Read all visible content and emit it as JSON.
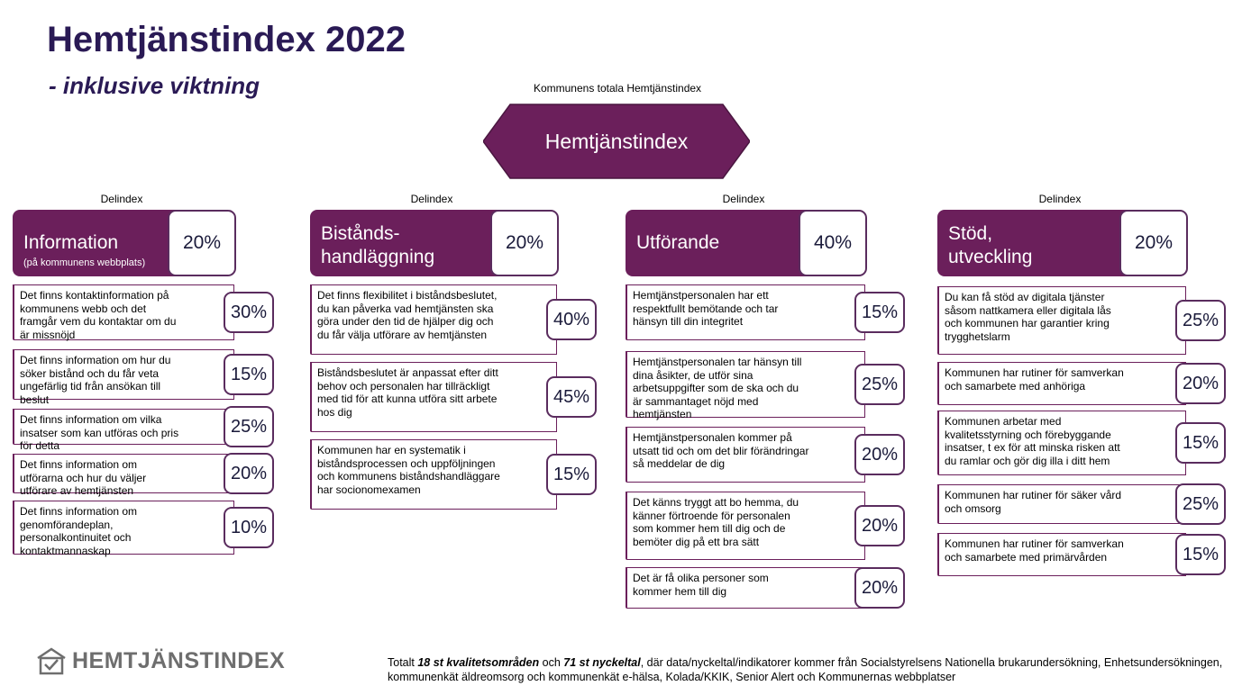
{
  "title": "Hemtjänstindex 2022",
  "subtitle": "- inklusive viktning",
  "total_label": "Kommunens totala Hemtjänstindex",
  "total_name": "Hemtjänstindex",
  "colors": {
    "accent": "#6b1f5b",
    "title": "#2a1a55"
  },
  "columns": [
    {
      "label": "Delindex",
      "name": "Information",
      "sub": "(på kommunens webbplats)",
      "weight": "20%",
      "items": [
        {
          "text": "Det finns kontaktinformation på kommunens webb och det framgår vem du kontaktar om du är missnöjd",
          "weight": "30%"
        },
        {
          "text": "Det finns information om hur du söker bistånd och du får veta ungefärlig tid från ansökan till beslut",
          "weight": "15%"
        },
        {
          "text": "Det finns information om vilka insatser som kan utföras och pris för detta",
          "weight": "25%"
        },
        {
          "text": "Det finns information om utförarna och hur du väljer utförare av hemtjänsten",
          "weight": "20%"
        },
        {
          "text": "Det finns information om genomförandeplan, personalkontinuitet och kontaktmannaskap",
          "weight": "10%"
        }
      ]
    },
    {
      "label": "Delindex",
      "name": "Bistånds-\nhandläggning",
      "sub": "",
      "weight": "20%",
      "items": [
        {
          "text": "Det finns flexibilitet i biståndsbeslutet, du kan påverka vad hemtjänsten ska göra under den tid de hjälper dig och du får välja utförare av hemtjänsten",
          "weight": "40%"
        },
        {
          "text": "Biståndsbeslutet är anpassat efter ditt behov och personalen har tillräckligt med tid för att kunna utföra sitt arbete hos dig",
          "weight": "45%"
        },
        {
          "text": "Kommunen har en systematik i biståndsprocessen och uppföljningen och kommunens biståndshandläggare har socionomexamen",
          "weight": "15%"
        }
      ]
    },
    {
      "label": "Delindex",
      "name": "Utförande",
      "sub": "",
      "weight": "40%",
      "items": [
        {
          "text": "Hemtjänstpersonalen har ett respektfullt bemötande och tar hänsyn till din integritet",
          "weight": "15%"
        },
        {
          "text": "Hemtjänstpersonalen tar hänsyn till dina åsikter, de utför sina arbetsuppgifter som de ska och du är sammantaget nöjd med hemtjänsten",
          "weight": "25%"
        },
        {
          "text": "Hemtjänstpersonalen kommer på utsatt tid och om det blir förändringar så meddelar de dig",
          "weight": "20%"
        },
        {
          "text": "Det känns tryggt att bo hemma, du känner förtroende för personalen som kommer hem till dig och de bemöter dig på ett bra sätt",
          "weight": "20%"
        },
        {
          "text": "Det är få olika personer som kommer hem till dig",
          "weight": "20%"
        }
      ]
    },
    {
      "label": "Delindex",
      "name": "Stöd,\nutveckling",
      "sub": "",
      "weight": "20%",
      "items": [
        {
          "text": "Du kan få stöd av digitala tjänster såsom nattkamera eller digitala lås och kommunen har garantier kring trygghetslarm",
          "weight": "25%"
        },
        {
          "text": "Kommunen har rutiner för samverkan och samarbete med anhöriga",
          "weight": "20%"
        },
        {
          "text": "Kommunen arbetar med kvalitetsstyrning och förebyggande insatser, t ex för att minska risken att du ramlar och gör dig illa i ditt hem",
          "weight": "15%"
        },
        {
          "text": "Kommunen har rutiner för säker vård och omsorg",
          "weight": "25%"
        },
        {
          "text": "Kommunen har rutiner för samverkan och samarbete med primärvården",
          "weight": "15%"
        }
      ]
    }
  ],
  "logo_text": "HEMTJÄNSTINDEX",
  "footer": {
    "pre": "Totalt ",
    "b1": "18 st kvalitetsområden",
    "mid": " och ",
    "b2": "71 st nyckeltal",
    "post": ", där data/nyckeltal/indikatorer kommer från Socialstyrelsens Nationella brukarundersökning, Enhetsundersökningen, kommunenkät äldreomsorg och kommunenkät e-hälsa, Kolada/KKIK, Senior Alert och Kommunernas webbplatser"
  }
}
